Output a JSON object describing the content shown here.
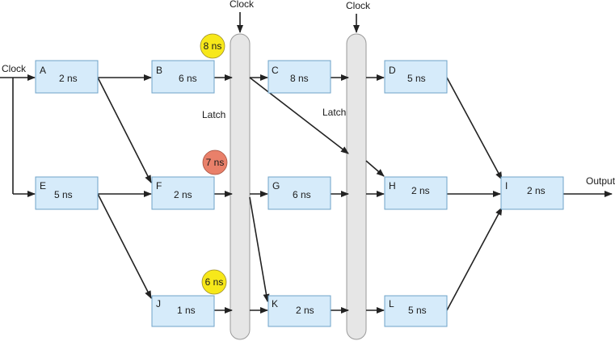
{
  "labels": {
    "clock_top_1": "Clock",
    "clock_top_2": "Clock",
    "clock_left": "Clock",
    "latch_1": "Latch",
    "latch_2": "Latch",
    "output": "Output"
  },
  "blocks": {
    "A": {
      "letter": "A",
      "time": "2 ns"
    },
    "B": {
      "letter": "B",
      "time": "6 ns"
    },
    "C": {
      "letter": "C",
      "time": "8 ns"
    },
    "D": {
      "letter": "D",
      "time": "5 ns"
    },
    "E": {
      "letter": "E",
      "time": "5 ns"
    },
    "F": {
      "letter": "F",
      "time": "2 ns"
    },
    "G": {
      "letter": "G",
      "time": "6 ns"
    },
    "H": {
      "letter": "H",
      "time": "2 ns"
    },
    "I": {
      "letter": "I",
      "time": "2 ns"
    },
    "J": {
      "letter": "J",
      "time": "1 ns"
    },
    "K": {
      "letter": "K",
      "time": "2 ns"
    },
    "L": {
      "letter": "L",
      "time": "5 ns"
    }
  },
  "badges": {
    "top": {
      "text": "8 ns",
      "color": "#f7e81a"
    },
    "middle": {
      "text": "7 ns",
      "color": "#e9806a"
    },
    "bottom": {
      "text": "6 ns",
      "color": "#f7e81a"
    }
  },
  "colors": {
    "block_fill": "#d6ebfa",
    "block_stroke": "#6fa3c8",
    "latch_fill": "#e6e6e6"
  }
}
